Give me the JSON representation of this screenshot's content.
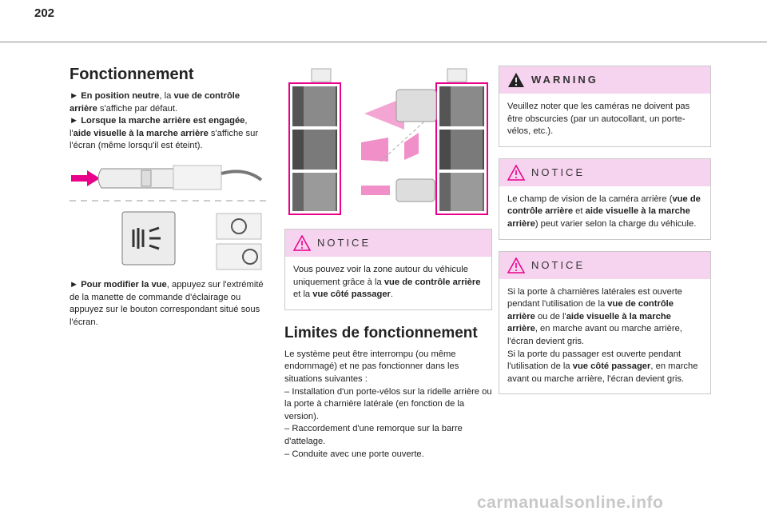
{
  "page_number": "202",
  "col1": {
    "title": "Fonctionnement",
    "p1_a_arrow": "► ",
    "p1_a_bold": "En position neutre",
    "p1_a_rest": ", la ",
    "p1_a_bold2": "vue de contrôle arrière",
    "p1_a_tail": " s'affiche par défaut.",
    "p1_b_arrow": "► ",
    "p1_b_bold": "Lorsque la marche arrière est engagée",
    "p1_b_rest": ", l'",
    "p1_b_bold2": "aide visuelle à la marche arrière",
    "p1_b_tail": " s'affiche sur l'écran (même lorsqu'il est éteint).",
    "p2_arrow": "► ",
    "p2_bold": "Pour modifier la vue",
    "p2_tail": ", appuyez sur l'extrémité de la manette de commande d'éclairage ou appuyez sur le bouton correspondant situé sous l'écran."
  },
  "col2": {
    "notice_label": "NOTICE",
    "notice_a": "Vous pouvez voir la zone autour du véhicule uniquement grâce à la ",
    "notice_b": "vue de contrôle arrière",
    "notice_c": " et la ",
    "notice_d": "vue côté passager",
    "notice_e": ".",
    "limits_title": "Limites de fonctionnement",
    "limits_intro": "Le système peut être interrompu (ou même endommagé) et ne pas fonctionner dans les situations suivantes :",
    "limits_items": [
      "–  Installation d'un porte-vélos sur la ridelle arrière ou la porte à charnière latérale (en fonction de la version).",
      "–  Raccordement d'une remorque sur la barre d'attelage.",
      "–  Conduite avec une porte ouverte."
    ]
  },
  "col3": {
    "warning_label": "WARNING",
    "warning_text": "Veuillez noter que les caméras ne doivent pas être obscurcies (par un autocollant, un porte-vélos, etc.).",
    "notice1_label": "NOTICE",
    "notice1_a": "Le champ de vision de la caméra arrière (",
    "notice1_b": "vue de contrôle arrière",
    "notice1_c": " et ",
    "notice1_d": "aide visuelle à la marche arrière",
    "notice1_e": ") peut varier selon la charge du véhicule.",
    "notice2_label": "NOTICE",
    "notice2_a": "Si la porte à charnières latérales est ouverte pendant l'utilisation de la ",
    "notice2_b": "vue de contrôle arrière",
    "notice2_c": " ou de l'",
    "notice2_d": "aide visuelle à la marche arrière",
    "notice2_e": ", en marche avant ou marche arrière, l'écran devient gris.",
    "notice2_f": "Si la porte du passager est ouverte pendant l'utilisation de la ",
    "notice2_g": "vue côté passager",
    "notice2_h": ", en marche avant ou marche arrière, l'écran devient gris."
  },
  "footer": "carmanualsonline.info",
  "colors": {
    "accent_pink": "#e8008a",
    "box_header": "#f6d3ee"
  }
}
